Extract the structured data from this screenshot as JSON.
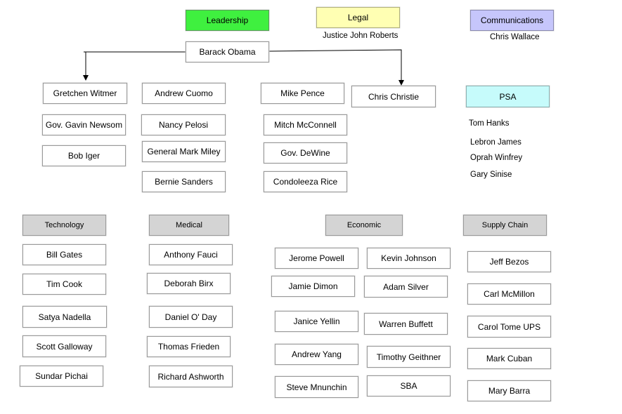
{
  "colors": {
    "leadership": "#3ff03f",
    "legal": "#ffffb3",
    "communications": "#c6c6fb",
    "psa": "#c6fbfb",
    "category": "#d4d4d4",
    "box": "#ffffff",
    "line": "#000000"
  },
  "header": {
    "leadership": "Leadership",
    "legal": "Legal",
    "legal_name": "Justice John Roberts",
    "communications": "Communications",
    "communications_name": "Chris Wallace",
    "top": "Barack Obama"
  },
  "leadership": {
    "col1": [
      "Gretchen Witmer",
      "Gov. Gavin Newsom",
      "Bob Iger"
    ],
    "col2": [
      "Andrew Cuomo",
      "Nancy Pelosi",
      "General Mark Miley",
      "Bernie Sanders"
    ],
    "col3": [
      "Mike Pence",
      "Mitch McConnell",
      "Gov. DeWine",
      "Condoleeza Rice"
    ],
    "col4": [
      "Chris Christie"
    ]
  },
  "psa": {
    "title": "PSA",
    "names": [
      "Tom Hanks",
      "Lebron James",
      "Oprah Winfrey",
      "Gary Sinise"
    ]
  },
  "technology": {
    "title": "Technology",
    "names": [
      "Bill Gates",
      "Tim Cook",
      "Satya Nadella",
      "Scott Galloway",
      "Sundar Pichai"
    ]
  },
  "medical": {
    "title": "Medical",
    "names": [
      "Anthony Fauci",
      "Deborah Birx",
      "Daniel O' Day",
      "Thomas Frieden",
      "Richard Ashworth"
    ]
  },
  "economic": {
    "title": "Economic",
    "left": [
      "Jerome Powell",
      "Jamie Dimon",
      "Janice Yellin",
      "Andrew Yang",
      "Steve Mnunchin"
    ],
    "right": [
      "Kevin Johnson",
      "Adam Silver",
      "Warren Buffett",
      "Timothy Geithner",
      "SBA"
    ]
  },
  "supply_chain": {
    "title": "Supply Chain",
    "names": [
      "Jeff Bezos",
      "Carl McMillon",
      "Carol Tome UPS",
      "Mark Cuban",
      "Mary Barra"
    ]
  }
}
